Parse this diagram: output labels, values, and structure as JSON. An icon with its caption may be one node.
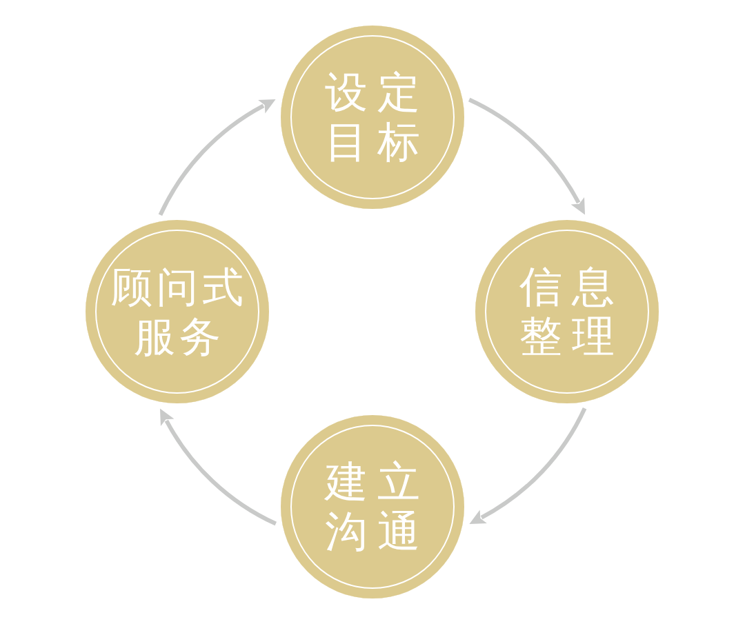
{
  "diagram": {
    "nodes": [
      {
        "text": [
          "设定目标"
        ]
      },
      {
        "text": [
          "信息整理"
        ]
      },
      {
        "text": [
          "建立沟通"
        ]
      },
      {
        "text": [
          "顾问式服务"
        ]
      }
    ],
    "edges": [
      {
        "from": 0,
        "to": 1,
        "arrow": "to"
      },
      {
        "from": 1,
        "to": 2,
        "arrow": "to"
      },
      {
        "from": 2,
        "to": 3,
        "arrow": "to"
      },
      {
        "from": 3,
        "to": 0,
        "arrow": "to"
      }
    ]
  }
}
